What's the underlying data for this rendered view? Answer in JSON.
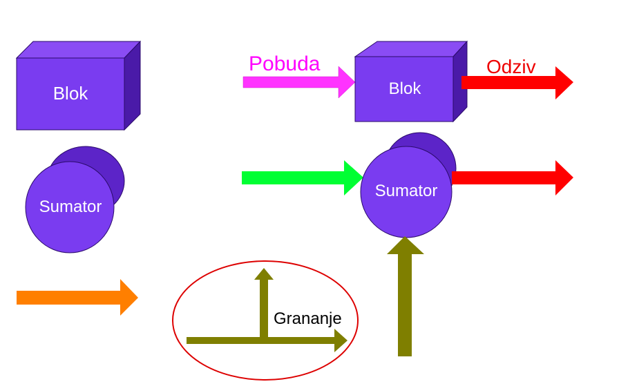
{
  "legend": {
    "block_label": "Blok",
    "summator_label": "Sumator"
  },
  "example": {
    "input_label": "Pobuda",
    "block_label": "Blok",
    "output_label": "Odziv",
    "summator_label": "Sumator"
  },
  "branching": {
    "label": "Grananje"
  },
  "colors": {
    "block_front": "#7a3cf0",
    "block_top": "#8a4cf4",
    "block_side": "#4a1aa8",
    "block_edge": "#2a0a6a",
    "cylinder": "#7a3cf0",
    "cylinder_back": "#5c24c8",
    "input_arrow": "#ff33ff",
    "input_label": "#ff00ff",
    "output_arrow": "#ff0000",
    "output_label": "#ee0000",
    "green_arrow": "#00ff33",
    "orange_arrow": "#ff7f00",
    "olive_arrow": "#7f7f00",
    "ellipse_stroke": "#dd0000"
  }
}
